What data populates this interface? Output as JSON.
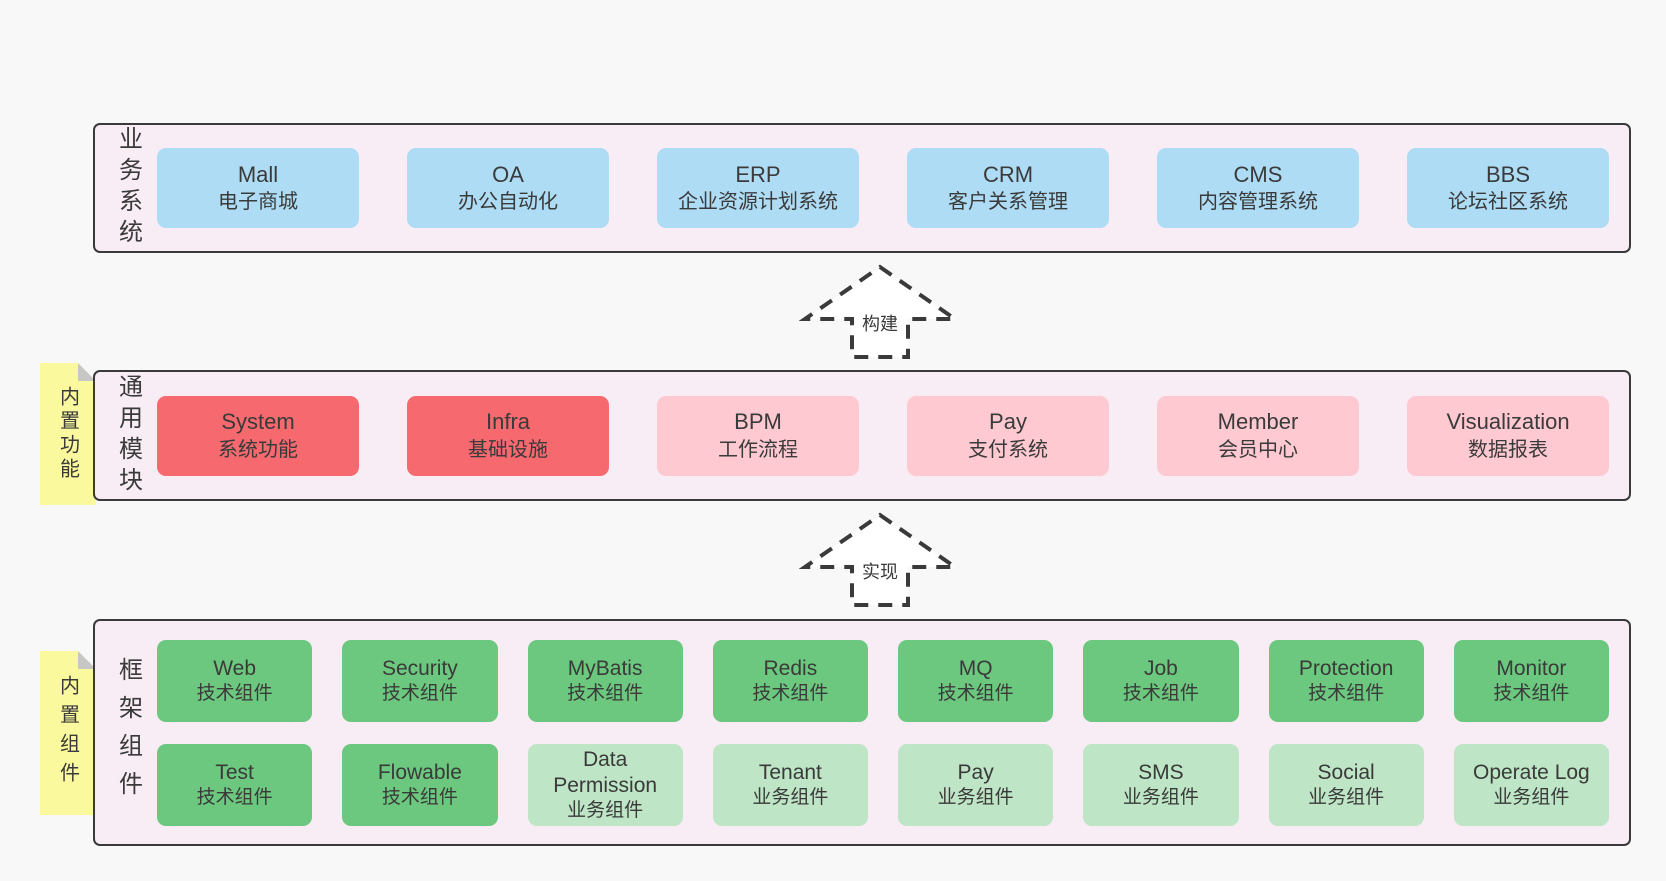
{
  "palette": {
    "page_bg": "#f8f8f8",
    "band_bg": "#f8ecf5",
    "band_border": "#3a3a3a",
    "text": "#3a3a3a",
    "blue": "#aedcf5",
    "red": "#f5696f",
    "pink": "#ffc9d2",
    "green": "#6cc87e",
    "green_light": "#bee5c5",
    "note_yellow": "#fbf99e",
    "note_fold": "#c6c6c6",
    "arrow_fill": "#ffffff"
  },
  "arrows": [
    {
      "label": "构建"
    },
    {
      "label": "实现"
    }
  ],
  "bands": [
    {
      "title": "业务系统",
      "rows": [
        [
          {
            "en": "Mall",
            "zh": "电子商城",
            "color": "blue"
          },
          {
            "en": "OA",
            "zh": "办公自动化",
            "color": "blue"
          },
          {
            "en": "ERP",
            "zh": "企业资源计划系统",
            "color": "blue"
          },
          {
            "en": "CRM",
            "zh": "客户关系管理",
            "color": "blue"
          },
          {
            "en": "CMS",
            "zh": "内容管理系统",
            "color": "blue"
          },
          {
            "en": "BBS",
            "zh": "论坛社区系统",
            "color": "blue"
          }
        ]
      ]
    },
    {
      "title": "通用模块",
      "note": "内置功能",
      "rows": [
        [
          {
            "en": "System",
            "zh": "系统功能",
            "color": "red"
          },
          {
            "en": "Infra",
            "zh": "基础设施",
            "color": "red"
          },
          {
            "en": "BPM",
            "zh": "工作流程",
            "color": "pink"
          },
          {
            "en": "Pay",
            "zh": "支付系统",
            "color": "pink"
          },
          {
            "en": "Member",
            "zh": "会员中心",
            "color": "pink"
          },
          {
            "en": "Visualization",
            "zh": "数据报表",
            "color": "pink"
          }
        ]
      ]
    },
    {
      "title": "框架组件",
      "note": "内置组件",
      "rows": [
        [
          {
            "en": "Web",
            "zh": "技术组件",
            "color": "green"
          },
          {
            "en": "Security",
            "zh": "技术组件",
            "color": "green"
          },
          {
            "en": "MyBatis",
            "zh": "技术组件",
            "color": "green"
          },
          {
            "en": "Redis",
            "zh": "技术组件",
            "color": "green"
          },
          {
            "en": "MQ",
            "zh": "技术组件",
            "color": "green"
          },
          {
            "en": "Job",
            "zh": "技术组件",
            "color": "green"
          },
          {
            "en": "Protection",
            "zh": "技术组件",
            "color": "green"
          },
          {
            "en": "Monitor",
            "zh": "技术组件",
            "color": "green"
          }
        ],
        [
          {
            "en": "Test",
            "zh": "技术组件",
            "color": "green"
          },
          {
            "en": "Flowable",
            "zh": "技术组件",
            "color": "green"
          },
          {
            "en": "Data Permission",
            "zh": "业务组件",
            "color": "green_light"
          },
          {
            "en": "Tenant",
            "zh": "业务组件",
            "color": "green_light"
          },
          {
            "en": "Pay",
            "zh": "业务组件",
            "color": "green_light"
          },
          {
            "en": "SMS",
            "zh": "业务组件",
            "color": "green_light"
          },
          {
            "en": "Social",
            "zh": "业务组件",
            "color": "green_light"
          },
          {
            "en": "Operate Log",
            "zh": "业务组件",
            "color": "green_light"
          }
        ]
      ]
    }
  ]
}
